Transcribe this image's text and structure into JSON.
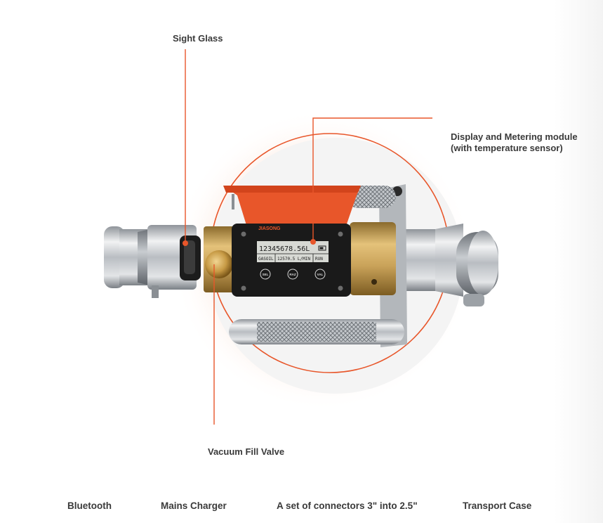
{
  "callouts": {
    "sight_glass": "Sight Glass",
    "display_line1": "Display and Metering module",
    "display_line2": "(with temperature sensor)",
    "vacuum_valve": "Vacuum Fill Valve"
  },
  "device": {
    "brand": "JIASONG",
    "lcd_total": "12345678.56L",
    "lcd_product": "GASOIL",
    "lcd_flow": "12570.5 L/MIN",
    "lcd_status": "RUN",
    "buttons": [
      "SEL",
      "RAZ",
      "VAL"
    ]
  },
  "features": [
    "Bluetooth",
    "Mains Charger",
    "A set of connectors 3\" into 2.5\"",
    "Transport Case"
  ],
  "colors": {
    "accent": "#e8562a",
    "glow": "#f7a884",
    "brass": "#c9a259",
    "text": "#3a3a3a"
  }
}
